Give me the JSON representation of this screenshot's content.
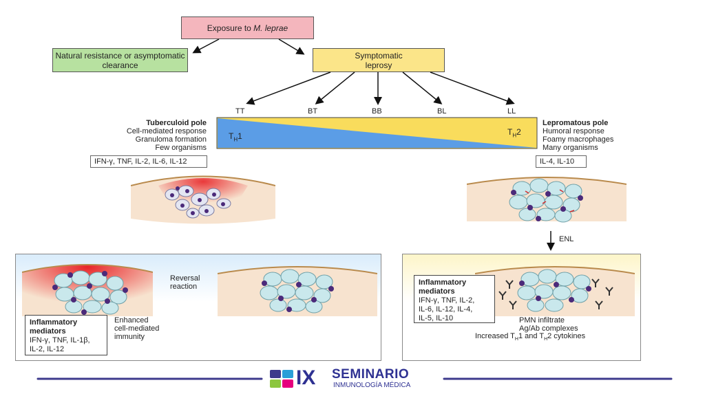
{
  "top": {
    "exposure": "Exposure to M. leprae",
    "exposure_prefix": "Exposure to ",
    "exposure_italic": "M. leprae",
    "natural": "Natural resistance or asymptomatic clearance",
    "symptomatic": "Symptomatic leprosy"
  },
  "spectrum": {
    "tt": "TT",
    "bt": "BT",
    "bb": "BB",
    "bl": "BL",
    "ll": "LL",
    "th1": "TH1",
    "th2": "TH2"
  },
  "tuberculoid": {
    "title": "Tuberculoid pole",
    "line1": "Cell-mediated response",
    "line2": "Granuloma formation",
    "line3": "Few organisms",
    "cytokines": "IFN-γ, TNF, IL-2, IL-6, IL-12"
  },
  "lepromatous": {
    "title": "Lepromatous pole",
    "line1": "Humoral response",
    "line2": "Foamy macrophages",
    "line3": "Many organisms",
    "cytokines": "IL-4, IL-10"
  },
  "enl": "ENL",
  "left_panel": {
    "reversal_1": "Reversal",
    "reversal_2": "reaction",
    "enhanced_1": "Enhanced",
    "enhanced_2": "cell-mediated",
    "enhanced_3": "immunity",
    "inflam_title_1": "Inflammatory",
    "inflam_title_2": "mediators",
    "inflam_line1": "IFN-γ, TNF, IL-1β,",
    "inflam_line2": "IL-2,  IL-12"
  },
  "right_panel": {
    "inflam_title_1": "Inflammatory",
    "inflam_title_2": "mediators",
    "inflam_line1": "IFN-γ, TNF, IL-2,",
    "inflam_line2": "IL-6,  IL-12, IL-4,",
    "inflam_line3": "IL-5, IL-10",
    "pmn": "PMN infiltrate",
    "agab": "Ag/Ab complexes",
    "increased": "Increased TH1 and TH2 cytokines"
  },
  "footer": {
    "logo_ix": "IX",
    "seminario": "SEMINARIO",
    "sub": "INMUNOLOGÍA MÉDICA",
    "colors": {
      "purple": "#3d3a8c",
      "brand": "#2e3192"
    }
  },
  "colors": {
    "pink": "#f4b6bd",
    "green": "#b7e1a0",
    "yellow": "#fbe589",
    "blue": "#5b9de6",
    "wedge_yellow": "#f9dc5c",
    "red": "#e8262a"
  }
}
